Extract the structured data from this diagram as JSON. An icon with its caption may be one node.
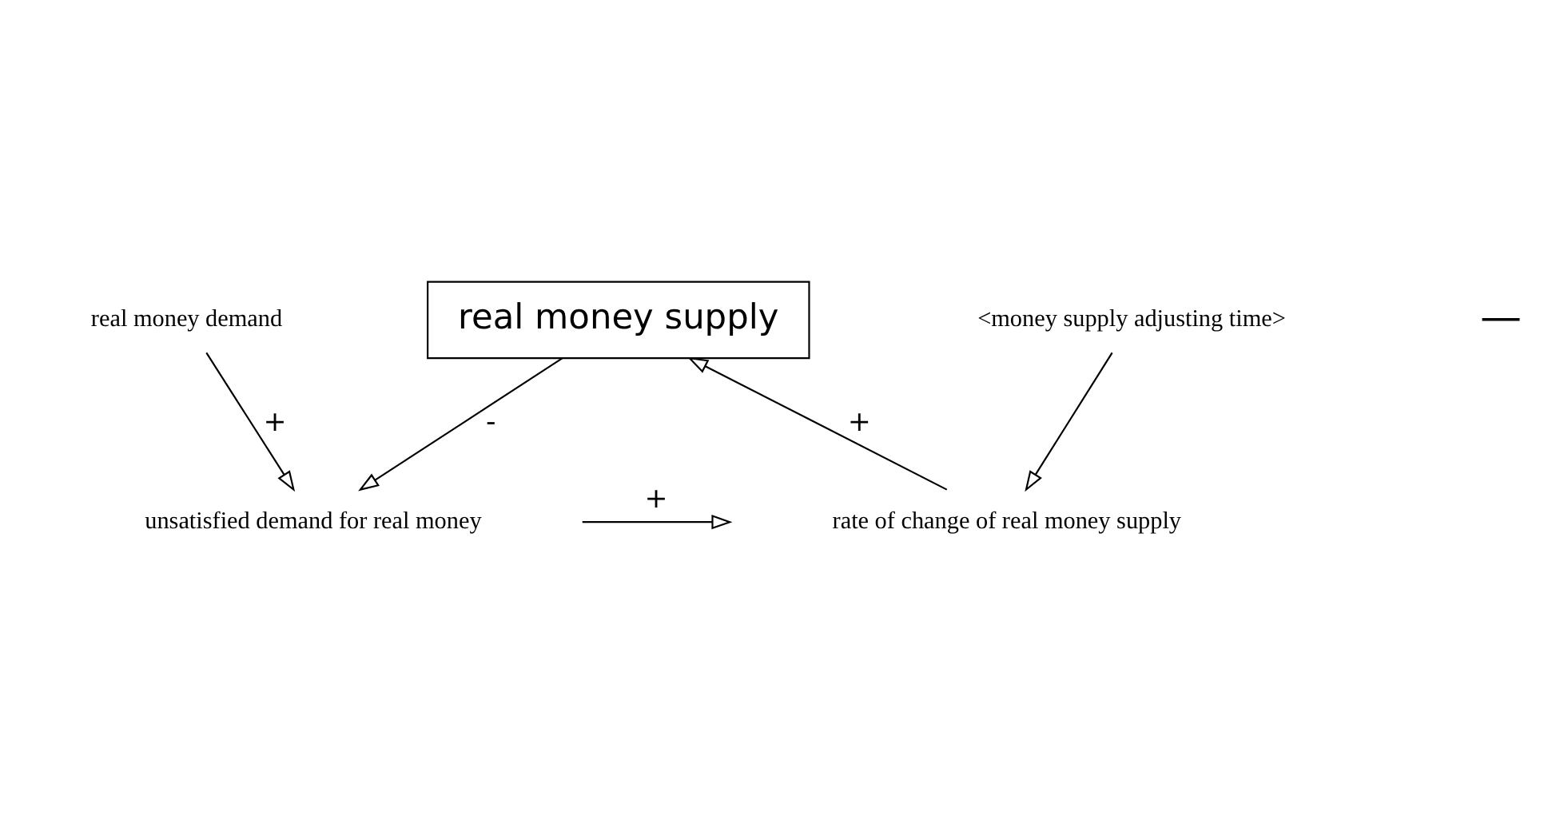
{
  "diagram": {
    "nodes": [
      {
        "text": [
          "real money supply"
        ]
      },
      {
        "text": [
          "<money supply adjusting time>"
        ]
      },
      {
        "text": [
          "real money demand"
        ]
      },
      {
        "text": [
          "rate of change of real money supply"
        ]
      },
      {
        "text": [
          "unsatisfied demand for real money"
        ]
      }
    ],
    "edges": [
      {
        "from": 0,
        "to": 4,
        "arrow": "to",
        "label": "-"
      },
      {
        "from": 2,
        "to": 4,
        "arrow": "to",
        "label": "+"
      },
      {
        "from": 4,
        "to": 3,
        "arrow": "to",
        "label": "+"
      },
      {
        "from": 3,
        "to": 0,
        "arrow": "to",
        "label": "+"
      },
      {
        "from": 1,
        "to": 3,
        "arrow": "to"
      }
    ],
    "labels": [
      "—"
    ]
  }
}
